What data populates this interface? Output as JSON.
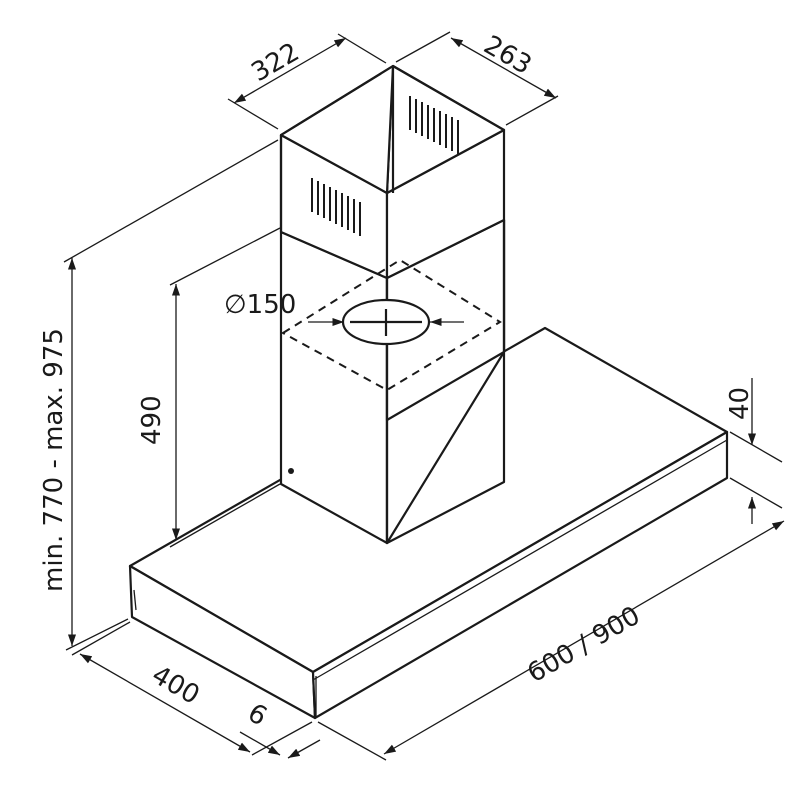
{
  "diagram": {
    "dimensions": {
      "chimney_depth": "322",
      "chimney_width": "263",
      "duct_diameter": "∅150",
      "lower_chimney_height": "490",
      "total_height": "min. 770 - max. 975",
      "canopy_thickness": "40",
      "canopy_width": "600 / 900",
      "canopy_depth": "400",
      "front_edge": "6"
    }
  }
}
